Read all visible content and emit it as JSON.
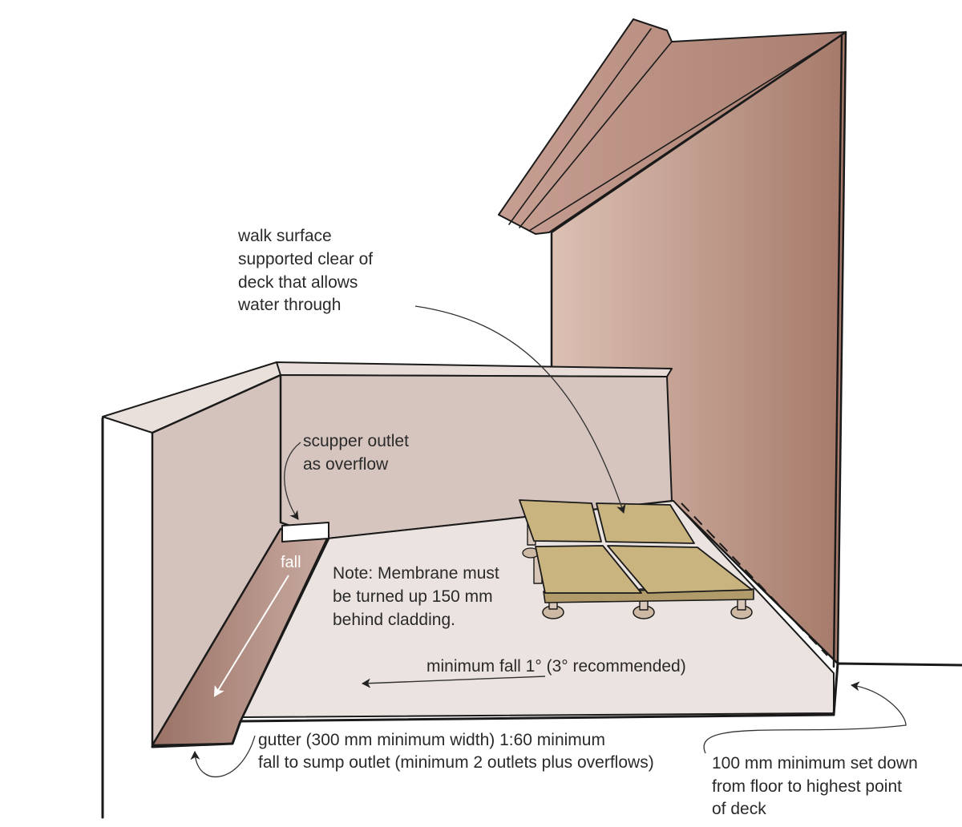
{
  "labels": {
    "walk_surface": [
      "walk surface",
      "supported clear of",
      "deck that allows",
      "water through"
    ],
    "scupper": [
      "scupper outlet",
      "as overflow"
    ],
    "fall": "fall",
    "note": [
      "Note: Membrane must",
      "be turned up 150 mm",
      "behind cladding."
    ],
    "minimum_fall": "minimum fall 1° (3° recommended)",
    "gutter": [
      "gutter (300 mm minimum width) 1:60 minimum",
      "fall to sump outlet (minimum 2 outlets plus overflows)"
    ],
    "set_down": [
      "100 mm minimum set down",
      "from floor to highest point",
      "of deck"
    ]
  },
  "colors": {
    "parapet": "#d6c5bf",
    "parapet_top": "#e8ddd9",
    "deck": "#ebe3df",
    "gutter": "#a98378",
    "wall_light": "#dbbdb0",
    "wall_dark": "#a97d6f",
    "roof": "#b98e80",
    "tile": "#c8b27e",
    "ink": "#1a1a1a"
  }
}
